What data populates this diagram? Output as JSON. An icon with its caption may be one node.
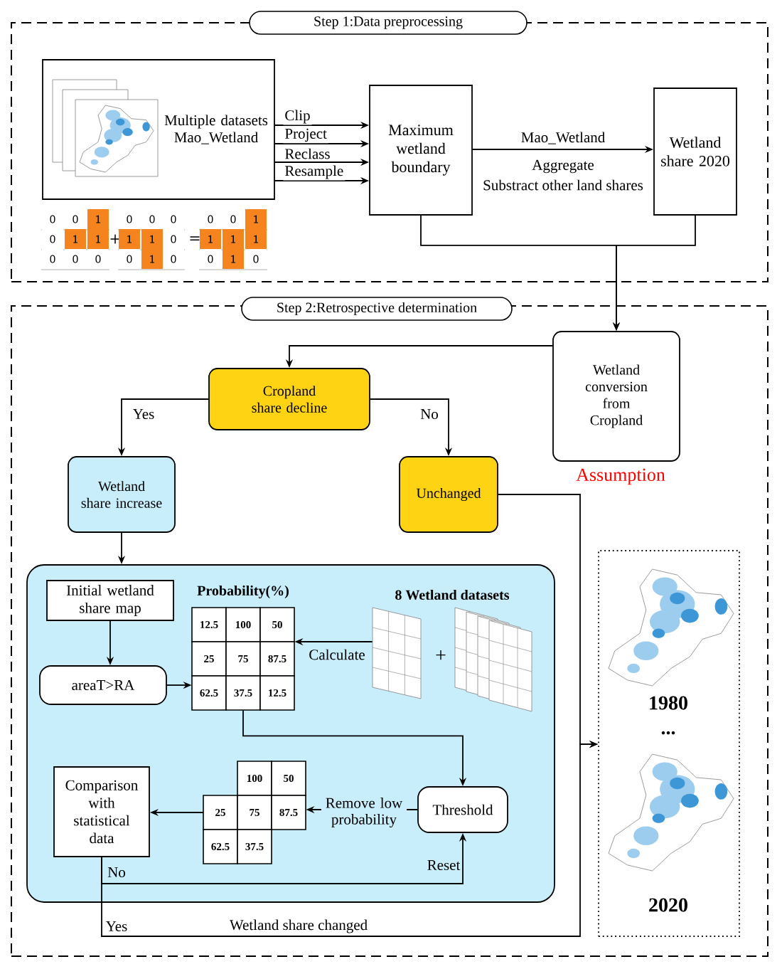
{
  "diagram": {
    "nodes": [
      {
        "text": [
          "Step  1:Data preprocessing"
        ]
      },
      {
        "text": [
          "Multiple datasets Mao_Wetland"
        ],
        "in": 0
      },
      {
        "text": [
          "Maximum wetland boundary"
        ],
        "in": 0
      },
      {
        "text": [
          "Wetland share 2020"
        ],
        "in": 0
      },
      {
        "text": [
          "Step  2:Retrospective determination"
        ]
      },
      {
        "text": [
          "Wetland conversion from Cropland"
        ],
        "in": 4,
        "beside": [
          "Assumption"
        ]
      },
      {
        "text": [
          "Cropland share decline"
        ],
        "in": 4
      },
      {
        "text": [
          "Wetland share increase"
        ],
        "in": 4
      },
      {
        "text": [
          "Unchanged"
        ],
        "in": 4
      },
      {
        "text": [],
        "shape": "box",
        "in": 4
      },
      {
        "text": [
          "Initial wetland share map"
        ],
        "in": 9
      },
      {
        "text": [
          "areaT>RA"
        ],
        "in": 9
      },
      {
        "text": [
          "Probability(%)",
          "12.5",
          "100",
          "50",
          "25",
          "75",
          "87.5",
          "62.5",
          "37.5",
          "12.5"
        ],
        "in": 9
      },
      {
        "text": [
          "8 Wetland datasets"
        ],
        "in": 9
      },
      {
        "text": [
          "Threshold"
        ],
        "in": 9
      },
      {
        "text": [
          "100",
          "50",
          "25",
          "75",
          "87.5",
          "62.5",
          "37.5"
        ],
        "in": 9
      },
      {
        "text": [
          "Comparison with statistical data"
        ],
        "in": 9
      },
      {
        "text": [
          "1980",
          "...",
          "2020"
        ],
        "in": 4
      }
    ],
    "edges": [
      {
        "from": 1,
        "to": 2,
        "arrow": "to",
        "label": "Clip"
      },
      {
        "from": 1,
        "to": 2,
        "arrow": "to",
        "label": "Project"
      },
      {
        "from": 1,
        "to": 2,
        "arrow": "to",
        "label": "Reclass"
      },
      {
        "from": 1,
        "to": 2,
        "arrow": "to",
        "label": "Resample"
      },
      {
        "from": 2,
        "to": 3,
        "arrow": "to",
        "label": "Mao_Wetland"
      },
      {
        "from": 2,
        "to": 5,
        "arrow": "to"
      },
      {
        "from": 3,
        "to": 5,
        "arrow": "to"
      },
      {
        "from": 5,
        "to": 6,
        "arrow": "to"
      },
      {
        "from": 6,
        "to": 7,
        "arrow": "to",
        "label": "Yes"
      },
      {
        "from": 6,
        "to": 8,
        "arrow": "to",
        "label": "No"
      },
      {
        "from": 7,
        "to": 9,
        "arrow": "to"
      },
      {
        "from": 10,
        "to": 11,
        "arrow": "to"
      },
      {
        "from": 11,
        "to": 12,
        "arrow": "to"
      },
      {
        "from": 13,
        "to": 12,
        "arrow": "to",
        "label": "Calculate"
      },
      {
        "from": 12,
        "to": 14,
        "arrow": "to"
      },
      {
        "from": 14,
        "to": 15,
        "arrow": "to",
        "label": "Remove low probability"
      },
      {
        "from": 15,
        "to": 16,
        "arrow": "to"
      },
      {
        "from": 16,
        "to": 14,
        "arrow": "to",
        "label": "No"
      },
      {
        "from": 16,
        "to": 17,
        "arrow": "to",
        "label": "Yes"
      },
      {
        "from": 8,
        "to": 17,
        "arrow": "to"
      }
    ],
    "labels": [
      "Aggregate",
      "Substract other land shares",
      "0",
      "0",
      "1",
      "0",
      "0",
      "0",
      "0",
      "0",
      "1",
      "0",
      "1",
      "1",
      "+",
      "1",
      "1",
      "0",
      "=",
      "1",
      "1",
      "1",
      "0",
      "0",
      "0",
      "0",
      "1",
      "0",
      "0",
      "1",
      "0",
      "+",
      "Reset",
      "Wetland share changed"
    ]
  }
}
